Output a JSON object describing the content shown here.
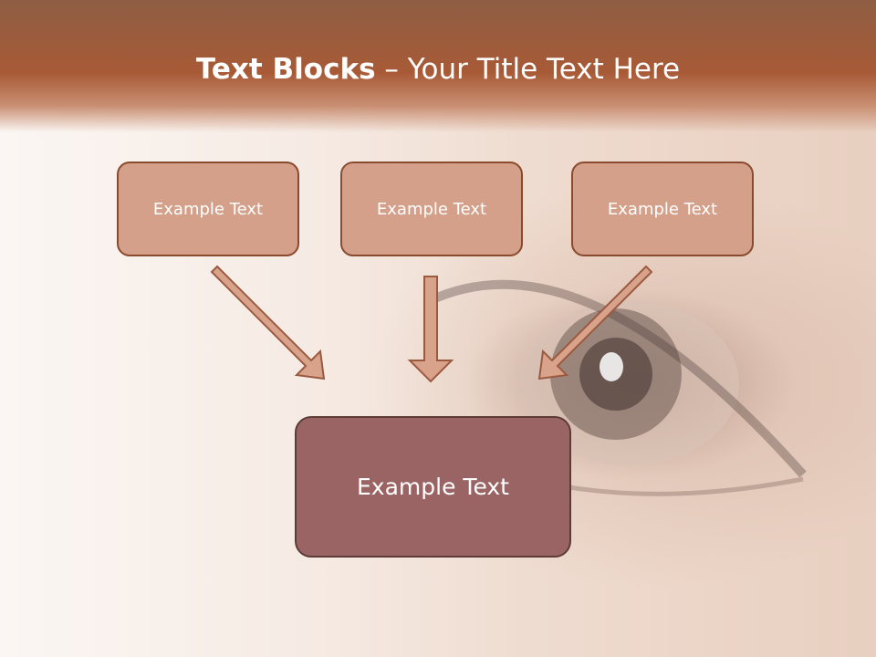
{
  "title": {
    "bold": "Text Blocks",
    "rest": " – Your Title Text Here"
  },
  "boxes": {
    "top": [
      "Example Text",
      "Example Text",
      "Example Text"
    ],
    "main": "Example Text"
  },
  "colors": {
    "header": "#a85a36",
    "top_box_fill": "#d4a08a",
    "main_box_fill": "#9a6464",
    "arrow_fill": "#d9a28a",
    "arrow_stroke": "#9a5a40"
  }
}
